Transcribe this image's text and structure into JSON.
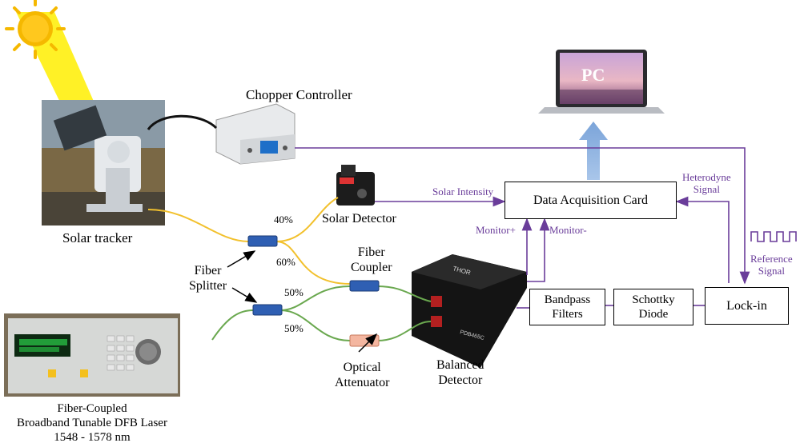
{
  "labels": {
    "chopper_controller": "Chopper Controller",
    "solar_tracker": "Solar tracker",
    "solar_detector": "Solar Detector",
    "fiber_coupler_line1": "Fiber",
    "fiber_coupler_line2": "Coupler",
    "fiber_splitter_line1": "Fiber",
    "fiber_splitter_line2": "Splitter",
    "optical_attenuator_line1": "Optical",
    "optical_attenuator_line2": "Attenuator",
    "balanced_detector_line1": "Balanced",
    "balanced_detector_line2": "Detector",
    "laser_line1": "Fiber-Coupled",
    "laser_line2": "Broadband Tunable DFB Laser",
    "laser_line3": "1548 - 1578 nm",
    "pc": "PC"
  },
  "percentages": {
    "split_top_upper": "40%",
    "split_top_lower": "60%",
    "split_bottom_upper": "50%",
    "split_bottom_lower": "50%"
  },
  "boxes": {
    "daq": "Data Acquisition Card",
    "bandpass_line1": "Bandpass",
    "bandpass_line2": "Filters",
    "schottky_line1": "Schottky",
    "schottky_line2": "Diode",
    "lockin": "Lock-in"
  },
  "signals": {
    "solar_intensity": "Solar Intensity",
    "monitor_plus": "Monitor+",
    "monitor_minus": "Monitor-",
    "heterodyne_line1": "Heterodyne",
    "heterodyne_line2": "Signal",
    "reference_line1": "Reference",
    "reference_line2": "Signal"
  },
  "device_text": {
    "thorlabs_brand": "THOR",
    "detector_model": "PDB465C"
  },
  "colors": {
    "signal_purple": "#6a3d9a",
    "fiber_yellow": "#f2c12e",
    "fiber_green": "#6aa84f",
    "component_blue": "#2f5fb3",
    "attenuator_pink": "#f4b6a0",
    "sun_yellow": "#f5b800",
    "arrow_blue": "#8fb3e0"
  }
}
